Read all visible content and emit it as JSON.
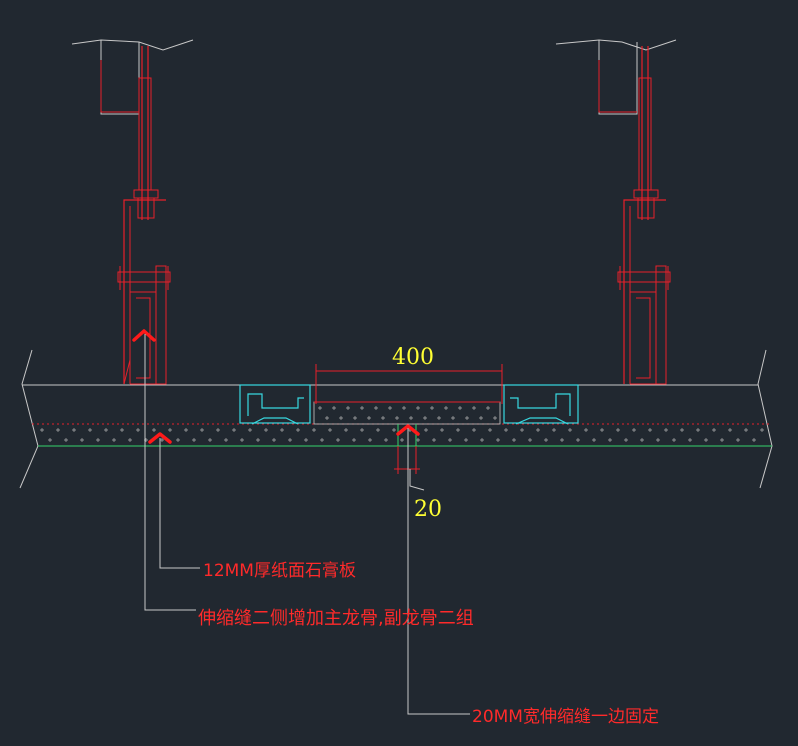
{
  "drawing": {
    "dimensions": {
      "width_label": "400",
      "gap_label": "20"
    },
    "notes": {
      "board": "12MM厚纸面石膏板",
      "keel": "伸缩缝二侧增加主龙骨,副龙骨二组",
      "joint": "20MM宽伸缩缝一边固定"
    }
  },
  "colors": {
    "background": "#212830",
    "structure": "#e8202a",
    "outline": "#c8c8c8",
    "cyan": "#38d8e0",
    "green": "#35d36b",
    "dimension": "#ffff33",
    "note": "#ff2a2a",
    "marker": "#ff1a1a"
  }
}
